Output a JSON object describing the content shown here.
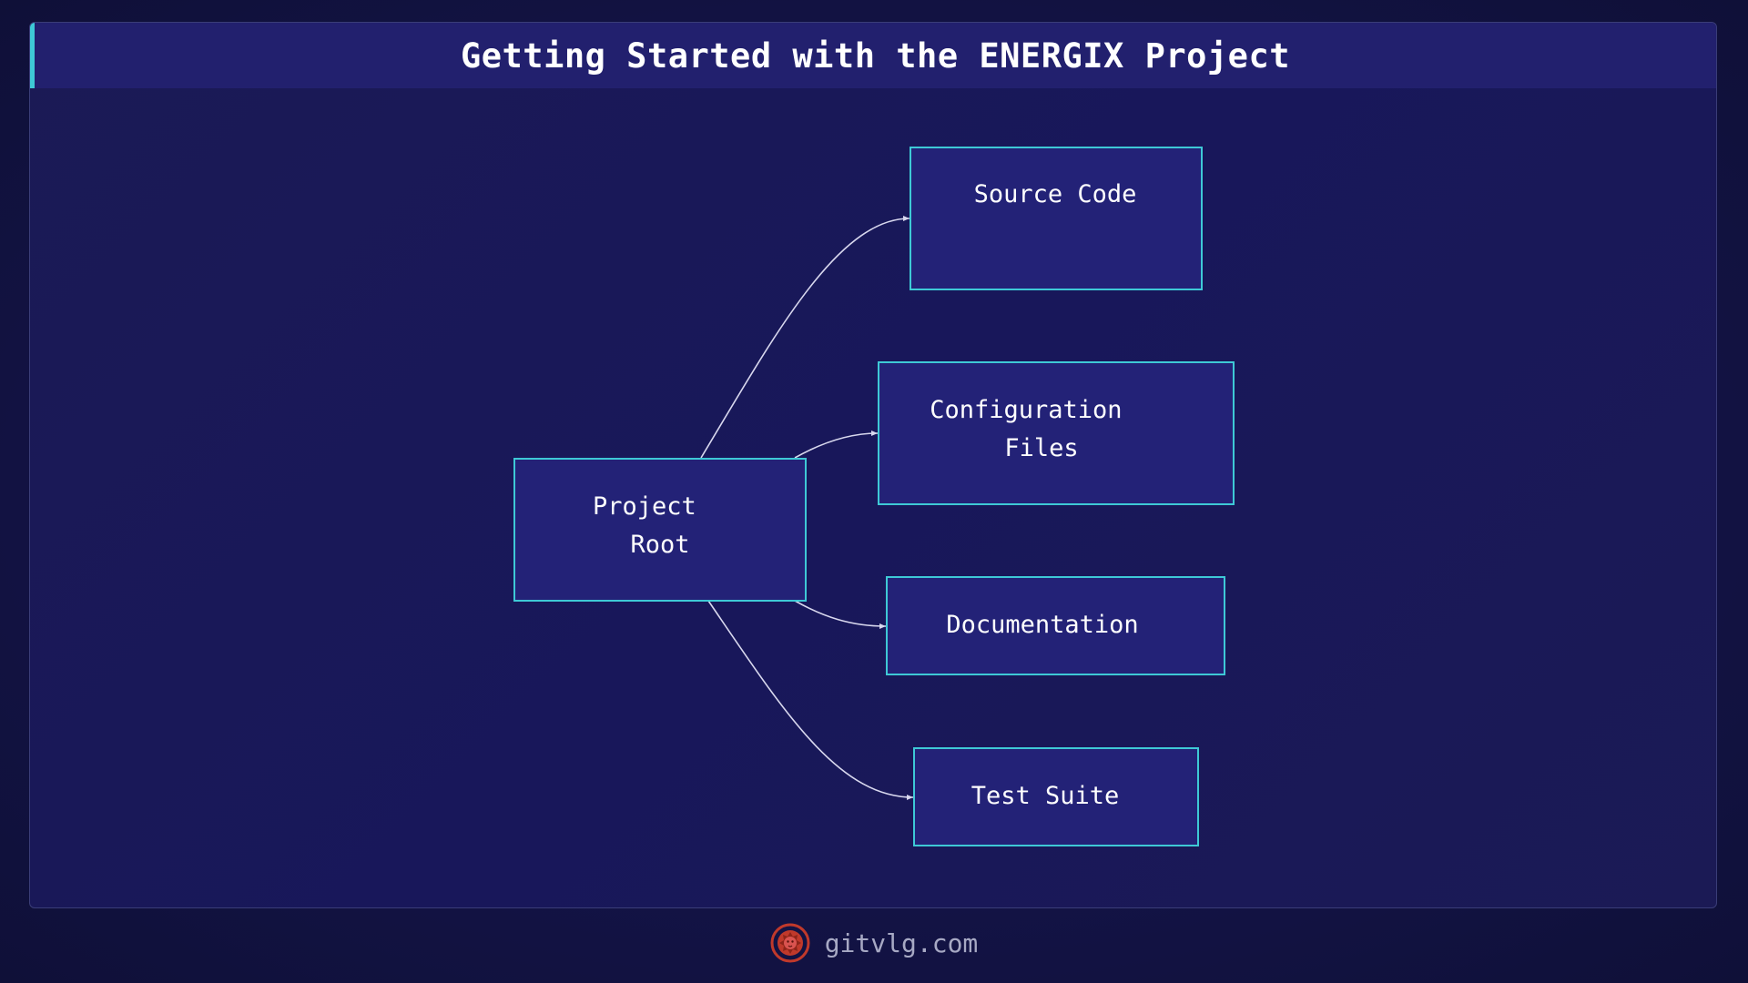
{
  "title": "Getting Started with the ENERGIX Project",
  "nodes": {
    "root": {
      "lines": [
        "Project",
        "Root"
      ]
    },
    "source": {
      "lines": [
        "Source Code"
      ]
    },
    "config": {
      "lines": [
        "Configuration",
        "Files"
      ]
    },
    "docs": {
      "lines": [
        "Documentation"
      ]
    },
    "tests": {
      "lines": [
        "Test Suite"
      ]
    }
  },
  "footer": {
    "site": "gitvlg.com",
    "logo_icon": "lion-icon"
  },
  "colors": {
    "background": "#131345",
    "title_bar": "#22206e",
    "accent": "#3ec9d6",
    "node_fill": "#232277",
    "edge": "#d8d8ee",
    "logo": "#c0392b"
  }
}
